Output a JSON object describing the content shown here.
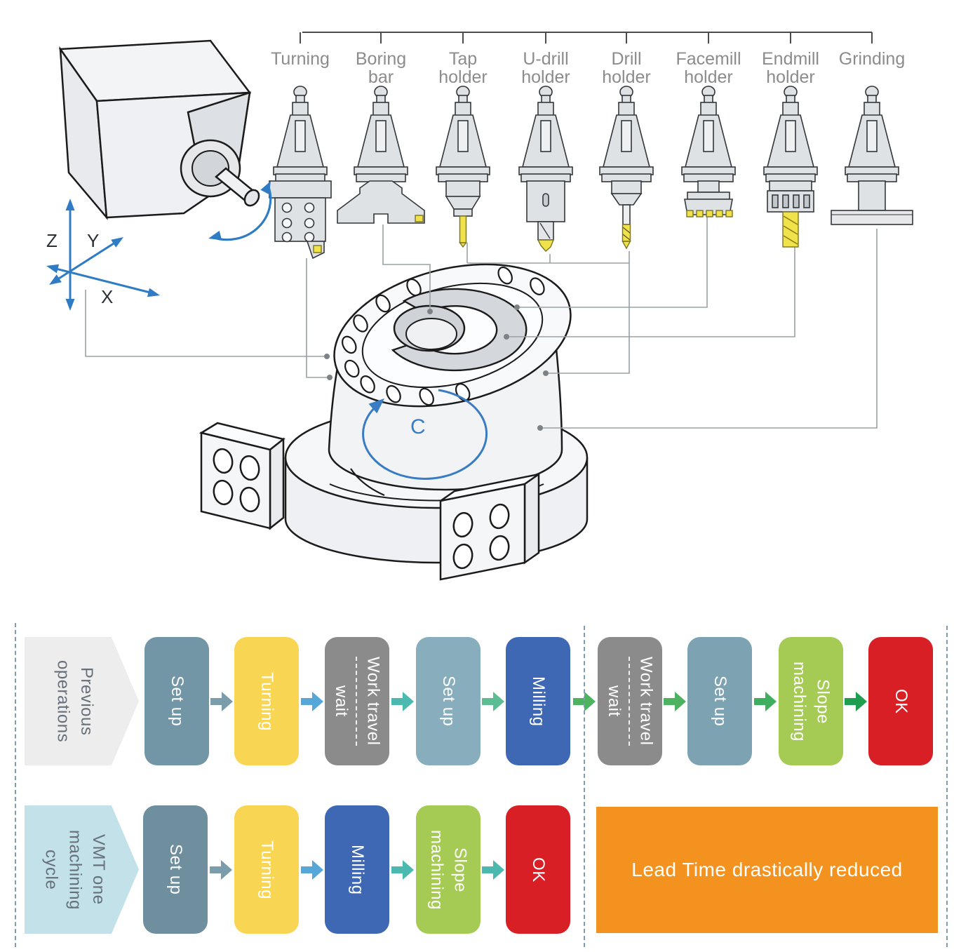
{
  "tool_row": {
    "tools": [
      {
        "name": "turning",
        "label_lines": [
          "Turning"
        ]
      },
      {
        "name": "boring-bar",
        "label_lines": [
          "Boring",
          "bar"
        ]
      },
      {
        "name": "tap-holder",
        "label_lines": [
          "Tap",
          "holder"
        ]
      },
      {
        "name": "u-drill-holder",
        "label_lines": [
          "U-drill",
          "holder"
        ]
      },
      {
        "name": "drill-holder",
        "label_lines": [
          "Drill",
          "holder"
        ]
      },
      {
        "name": "facemill-holder",
        "label_lines": [
          "Facemill",
          "holder"
        ]
      },
      {
        "name": "endmill-holder",
        "label_lines": [
          "Endmill",
          "holder"
        ]
      },
      {
        "name": "grinding",
        "label_lines": [
          "Grinding"
        ]
      }
    ]
  },
  "axes": {
    "x_label": "X",
    "y_label": "Y",
    "z_label": "Z"
  },
  "workpiece": {
    "c_axis_label": "C"
  },
  "flow": {
    "row1": {
      "start": {
        "lines": [
          "Previous",
          "operations"
        ],
        "bg": "#ededee",
        "text_color": "#66707a"
      },
      "steps": [
        {
          "lines": [
            "Set up"
          ],
          "bg": "#7296a6",
          "split": false
        },
        {
          "lines": [
            "Turning"
          ],
          "bg": "#f8d553",
          "split": false
        },
        {
          "lines": [
            "Work travel",
            "wait"
          ],
          "bg": "#8b8b8b",
          "split": true
        },
        {
          "lines": [
            "Set up"
          ],
          "bg": "#88adbc",
          "split": false
        },
        {
          "lines": [
            "Milling"
          ],
          "bg": "#3e68b4",
          "split": false
        },
        {
          "lines": [
            "Work travel",
            "wait"
          ],
          "bg": "#8b8b8b",
          "split": true
        },
        {
          "lines": [
            "Set up"
          ],
          "bg": "#7da3b3",
          "split": false
        },
        {
          "lines": [
            "Slope",
            "machining"
          ],
          "bg": "#a6cb55",
          "split": false
        },
        {
          "lines": [
            "OK"
          ],
          "bg": "#d91f26",
          "split": false
        }
      ],
      "arrow_colors": [
        "#7b9dab",
        "#54a7d6",
        "#4cb9b0",
        "#5dbd92",
        "#4db360",
        "#4db360",
        "#3fae5e",
        "#1f9e50"
      ]
    },
    "row2": {
      "start": {
        "lines": [
          "VMT one",
          "machining",
          "cycle"
        ],
        "bg": "#c2e1e8",
        "text_color": "#66707a"
      },
      "steps": [
        {
          "lines": [
            "Set up"
          ],
          "bg": "#6f8e9e",
          "split": false
        },
        {
          "lines": [
            "Turning"
          ],
          "bg": "#f8d553",
          "split": false
        },
        {
          "lines": [
            "Milling"
          ],
          "bg": "#3e68b4",
          "split": false
        },
        {
          "lines": [
            "Slope",
            "machining"
          ],
          "bg": "#a6cb55",
          "split": false
        },
        {
          "lines": [
            "OK"
          ],
          "bg": "#d91f26",
          "split": false
        }
      ],
      "arrow_colors": [
        "#7b9dab",
        "#54a7d6",
        "#4cb9b0",
        "#4cb9b0"
      ],
      "lead_time": {
        "label": "Lead Time drastically reduced",
        "bg": "#f3921f"
      }
    }
  },
  "accent": {
    "axis_blue": "#2f7cc4",
    "c_arrow_blue": "#3a7cc4",
    "connector_gray": "#9aa0a4"
  }
}
